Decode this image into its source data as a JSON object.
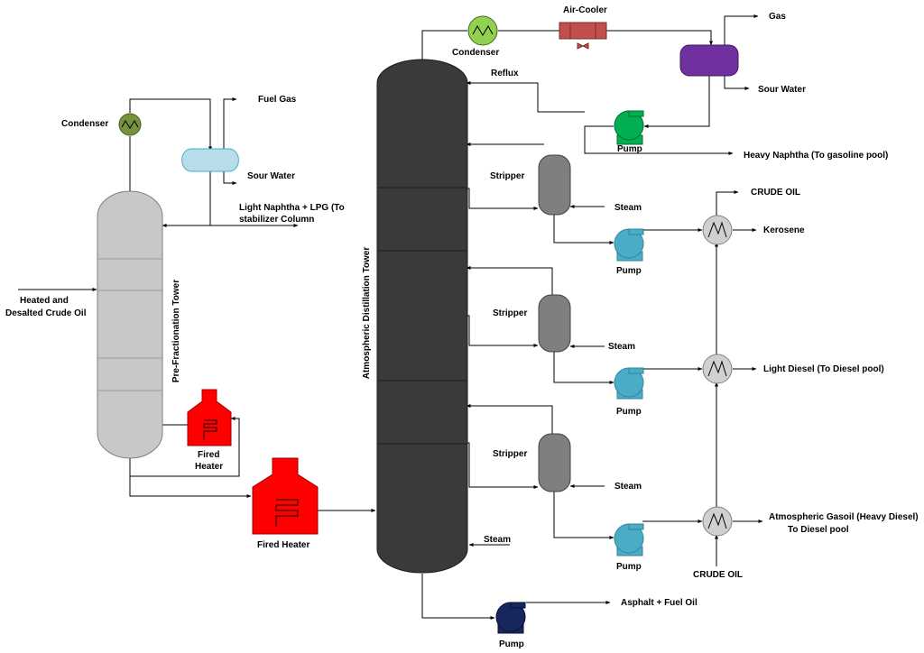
{
  "labels": {
    "condenser_pre": "Condenser",
    "fuel_gas": "Fuel Gas",
    "sour_water_pre": "Sour Water",
    "light_naphtha_1": "Light Naphtha + LPG (To",
    "light_naphtha_2": "stabilizer Column",
    "feed_1": "Heated  and",
    "feed_2": "Desalted Crude Oil",
    "pre_tower": "Pre-Fractionation Tower",
    "fired_heater_small_1": "Fired",
    "fired_heater_small_2": "Heater",
    "fired_heater_main": "Fired Heater",
    "atm_tower": "Atmospheric Distillation Tower",
    "condenser_top": "Condenser",
    "air_cooler": "Air-Cooler",
    "gas": "Gas",
    "sour_water_top": "Sour Water",
    "reflux": "Reflux",
    "pump_reflux": "Pump",
    "heavy_naphtha": "Heavy Naphtha (To gasoline pool)",
    "stripper_1": "Stripper",
    "steam_1": "Steam",
    "pump_1": "Pump",
    "crude_oil_top": "CRUDE OIL",
    "kerosene": "Kerosene",
    "stripper_2": "Stripper",
    "steam_2": "Steam",
    "pump_2": "Pump",
    "light_diesel": "Light Diesel (To Diesel pool)",
    "stripper_3": "Stripper",
    "steam_3": "Steam",
    "pump_3": "Pump",
    "ago_1": "Atmospheric Gasoil (Heavy Diesel)",
    "ago_2": "To Diesel pool",
    "crude_oil_bottom": "CRUDE OIL",
    "steam_bottom": "Steam",
    "asphalt": "Asphalt + Fuel Oil",
    "pump_bottom": "Pump"
  },
  "colors": {
    "pre_tower": "#c8c8c8",
    "atm_tower": "#3a3a3a",
    "condenser_pre": "#76923c",
    "condenser_top": "#92d050",
    "drum_pre": "#b7dee8",
    "drum_top": "#7030a0",
    "fired_heater": "#ff0000",
    "air_cooler": "#c0504d",
    "stripper": "#7f7f7f",
    "pump_reflux": "#00b050",
    "pump_side": "#4bacc6",
    "pump_bottom": "#17275e",
    "exchanger": "#d0d0d0"
  }
}
